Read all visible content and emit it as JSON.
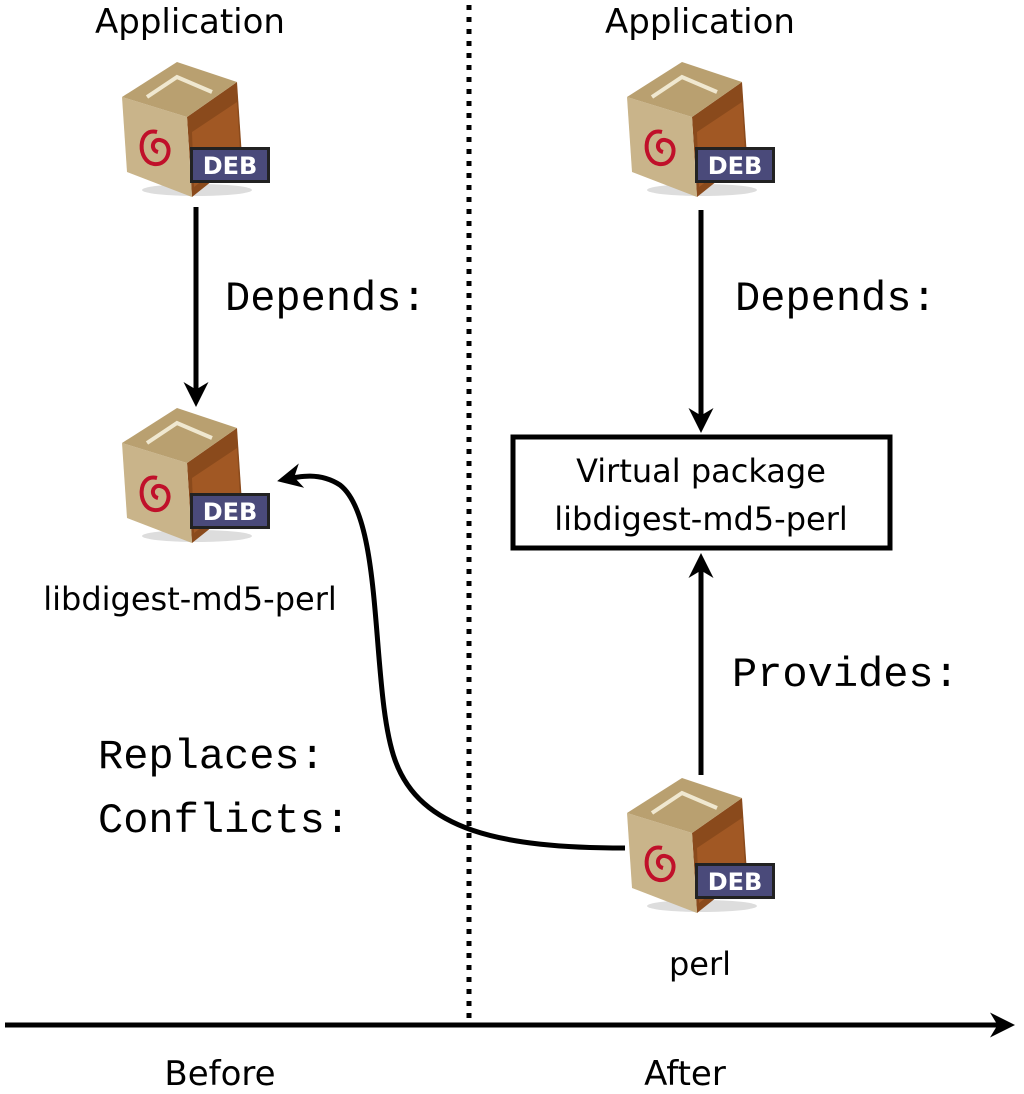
{
  "before": {
    "app_label": "Application",
    "depends_label": "Depends:",
    "package_label": "libdigest-md5-perl",
    "replaces_label": "Replaces:",
    "conflicts_label": "Conflicts:",
    "timeline_label": "Before"
  },
  "after": {
    "app_label": "Application",
    "depends_label": "Depends:",
    "virtual_line1": "Virtual package",
    "virtual_line2": "libdigest-md5-perl",
    "provides_label": "Provides:",
    "package_label": "perl",
    "timeline_label": "After"
  },
  "icons": {
    "badge_text": "DEB",
    "name": "debian-package-icon"
  },
  "colors": {
    "box_front": "#c9b48a",
    "box_side": "#8a4a1c",
    "swirl": "#c0102a",
    "badge": "#4a4a7a"
  }
}
